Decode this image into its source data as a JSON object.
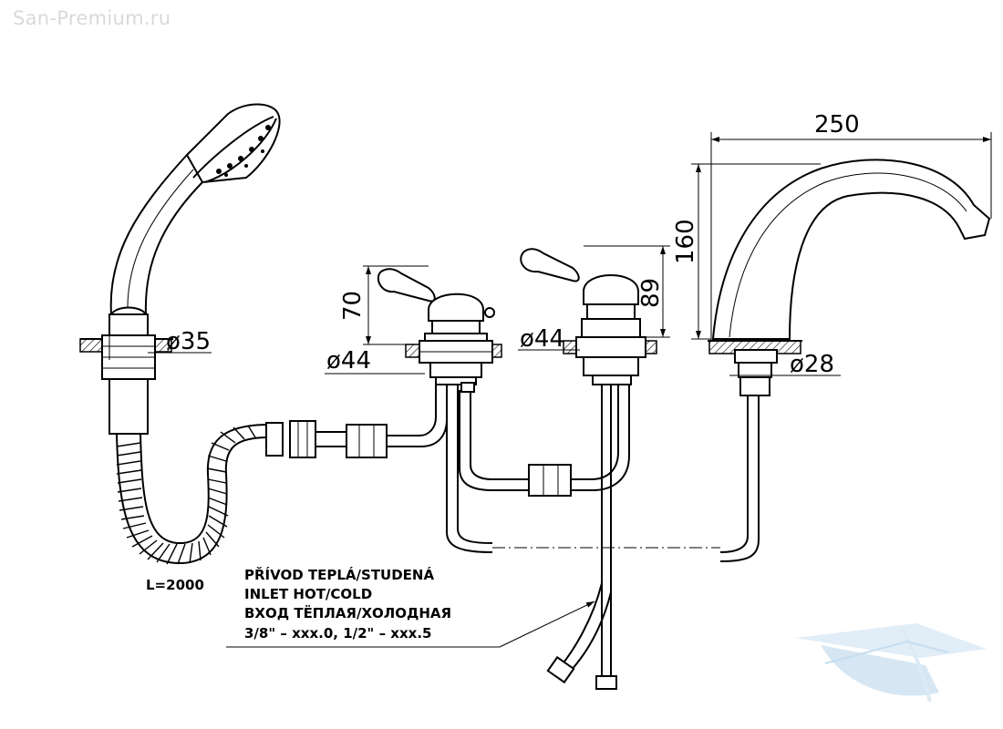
{
  "watermark": "San-Premium.ru",
  "dimensions": {
    "shower_diameter": "ø35",
    "hose_length": "L=2000",
    "handle_left_height": "70",
    "handle_left_diameter": "ø44",
    "handle_right_height": "89",
    "handle_right_diameter": "ø44",
    "spout_width": "250",
    "spout_height": "160",
    "spout_diameter": "ø28"
  },
  "note": {
    "line1": "PŘÍVOD TEPLÁ/STUDENÁ",
    "line2": "INLET HOT/COLD",
    "line3": "ВХОД ТЁПЛАЯ/ХОЛОДНАЯ",
    "line4": "3/8\" – xxx.0,  1/2\" – xxx.5"
  },
  "colors": {
    "line": "#000000",
    "watermark": "#d9d9d9",
    "logo": "#cfe3f2"
  }
}
